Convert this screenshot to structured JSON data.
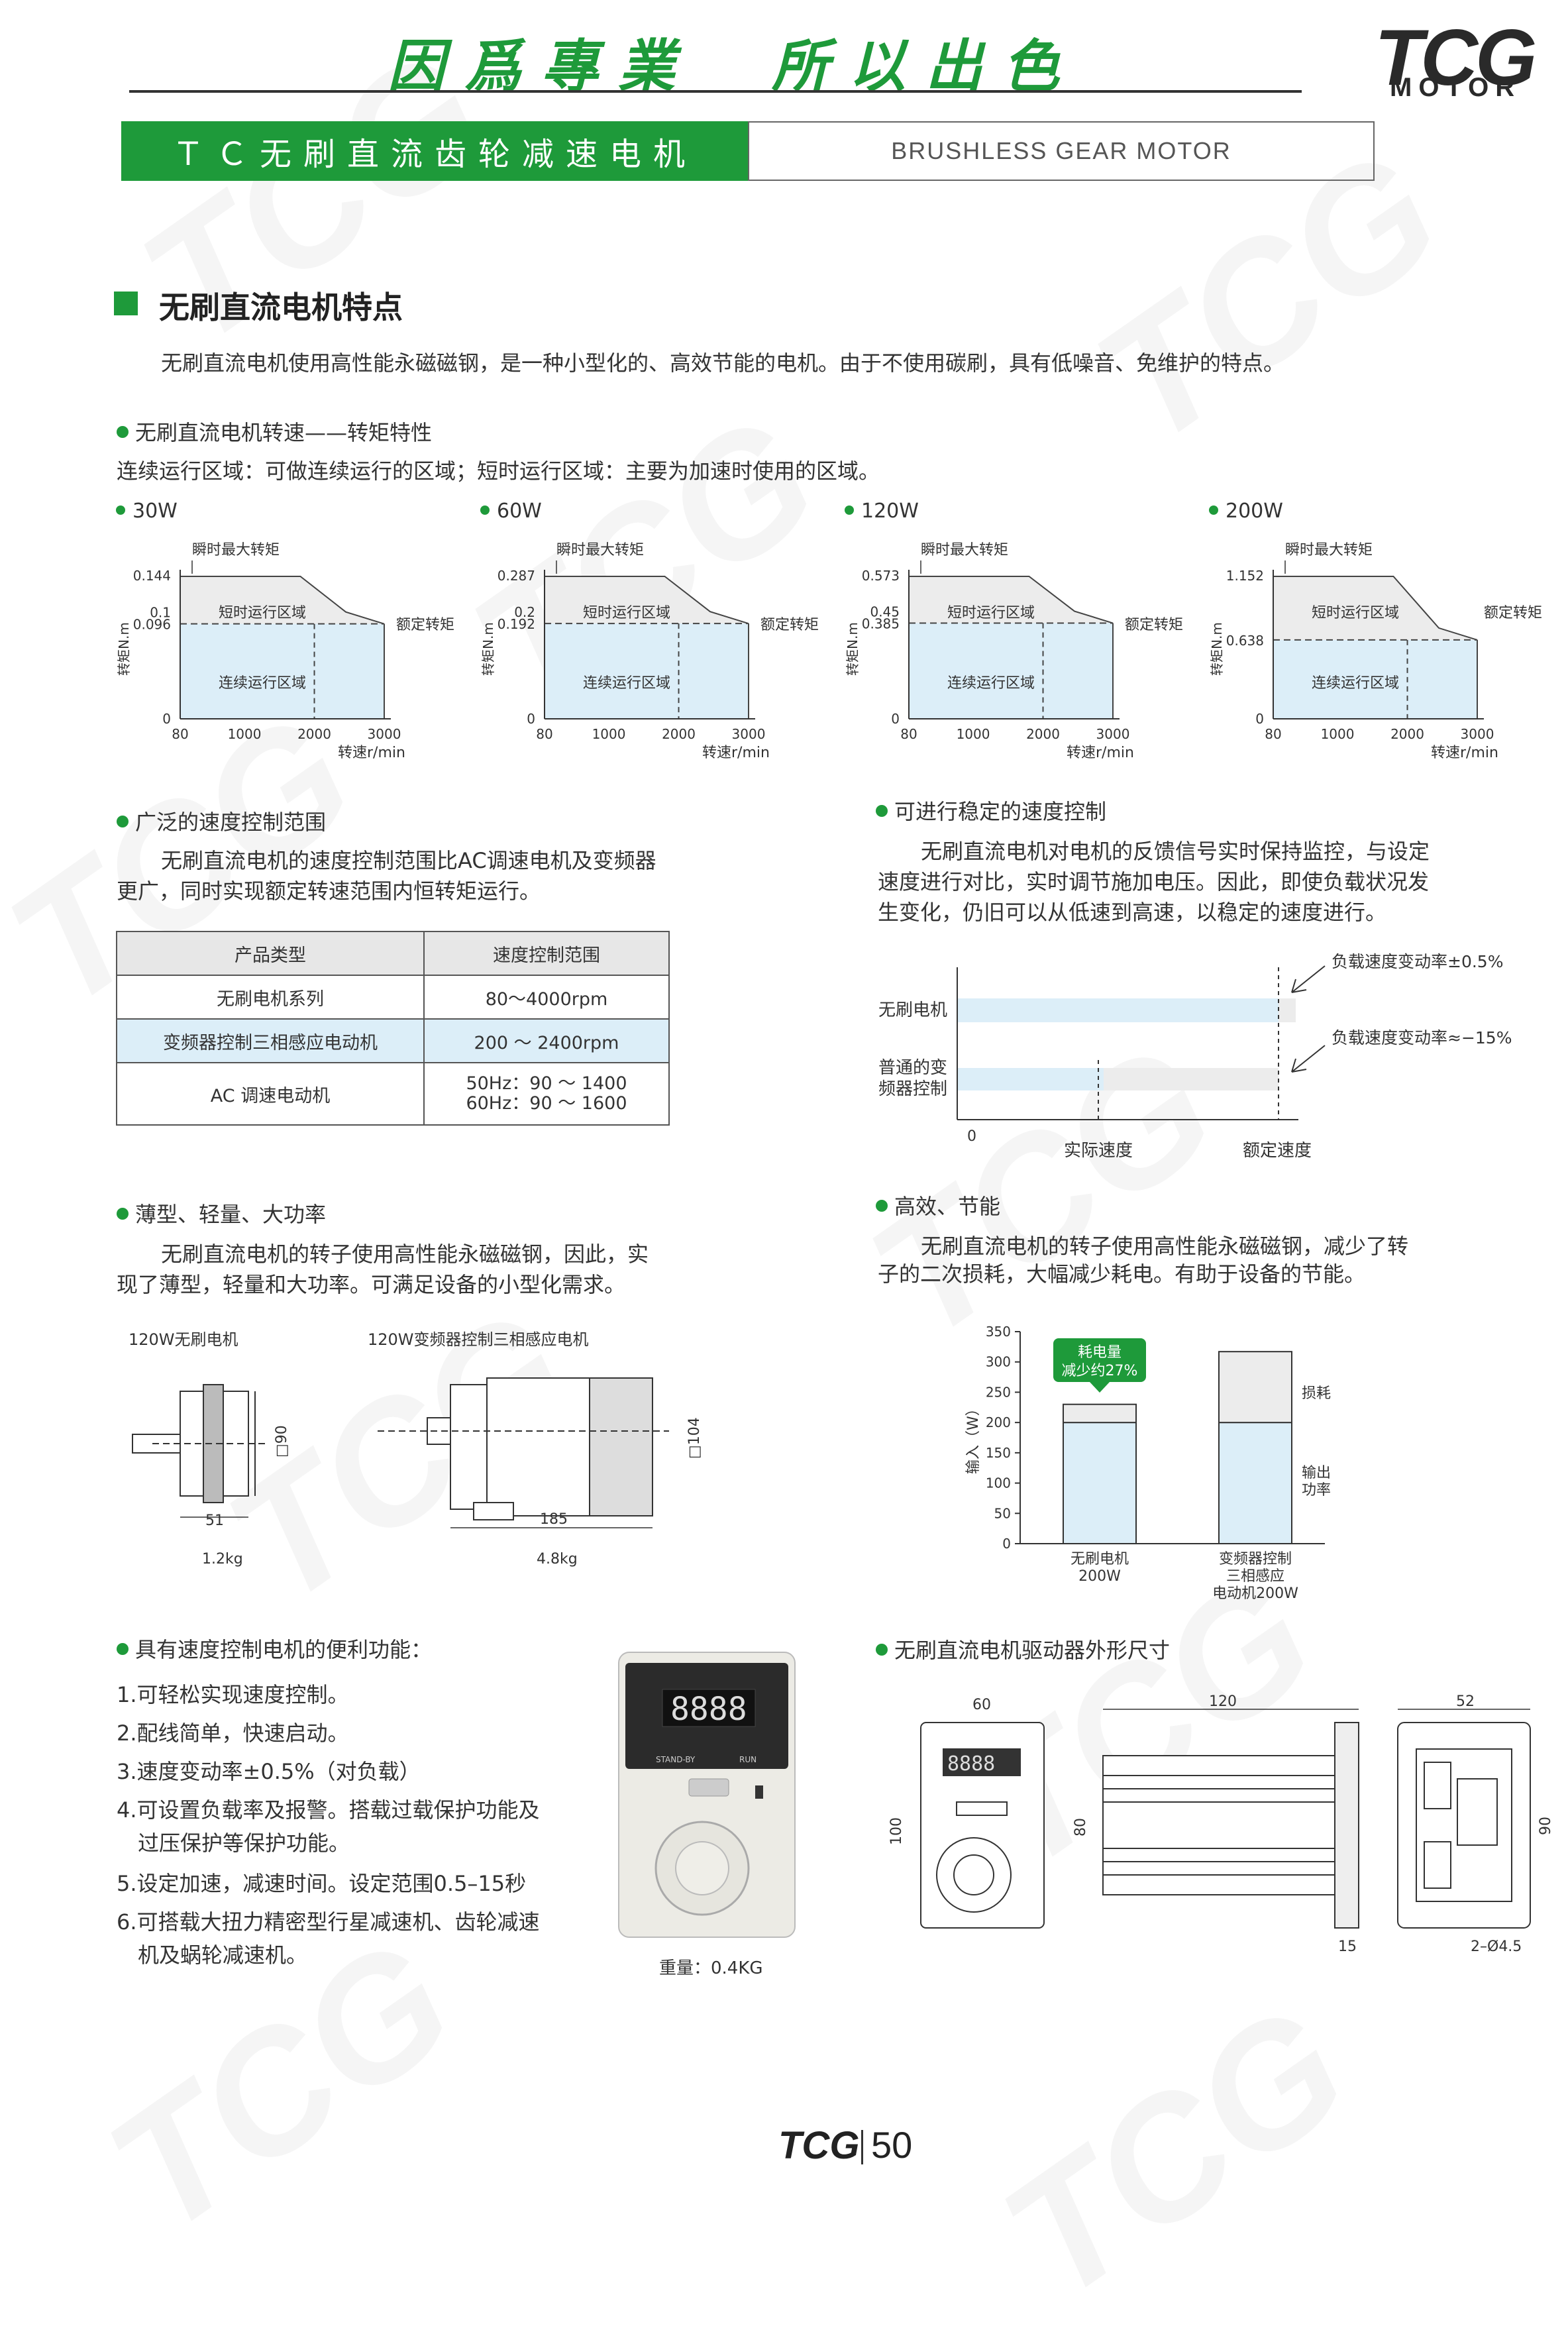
{
  "header": {
    "slogan_left": "因爲專業",
    "slogan_right": "所以出色",
    "logo": "TCG",
    "logo_sub": "MOTOR"
  },
  "banner": {
    "cn_title": "ＴＣ无刷直流齿轮减速电机",
    "en_title": "BRUSHLESS GEAR MOTOR"
  },
  "section": {
    "title": "无刷直流电机特点",
    "intro": "无刷直流电机使用高性能永磁磁钢，是一种小型化的、高效节能的电机。由于不使用碳刷，具有低噪音、免维护的特点。"
  },
  "speed_torque": {
    "heading": "无刷直流电机转速——转矩特性",
    "desc": "连续运行区域：可做连续运行的区域；短时运行区域：主要为加速时使用的区域。"
  },
  "chart_data": [
    {
      "type": "area",
      "title": "30W",
      "ylabel": "转矩N.m",
      "xlabel": "转速r/min",
      "x_ticks": [
        "80",
        "1000",
        "2000",
        "3000"
      ],
      "y_ticks": [
        "0",
        "0.096",
        "0.1",
        "0.144"
      ],
      "peak_torque": 0.144,
      "rated_torque": 0.096,
      "rated_torque_label": 0.1,
      "labels": {
        "peak": "瞬时最大转矩",
        "short": "短时运行区域",
        "cont": "连续运行区域",
        "rated": "额定转矩"
      }
    },
    {
      "type": "area",
      "title": "60W",
      "ylabel": "转矩N.m",
      "xlabel": "转速r/min",
      "x_ticks": [
        "80",
        "1000",
        "2000",
        "3000"
      ],
      "y_ticks": [
        "0",
        "0.192",
        "0.2",
        "0.287"
      ],
      "peak_torque": 0.287,
      "rated_torque": 0.192,
      "rated_torque_label": 0.2,
      "labels": {
        "peak": "瞬时最大转矩",
        "short": "短时运行区域",
        "cont": "连续运行区域",
        "rated": "额定转矩"
      }
    },
    {
      "type": "area",
      "title": "120W",
      "ylabel": "转矩N.m",
      "xlabel": "转速r/min",
      "x_ticks": [
        "80",
        "1000",
        "2000",
        "3000"
      ],
      "y_ticks": [
        "0",
        "0.385",
        "0.45",
        "0.573"
      ],
      "peak_torque": 0.573,
      "rated_torque": 0.385,
      "rated_torque_label": 0.45,
      "labels": {
        "peak": "瞬时最大转矩",
        "short": "短时运行区域",
        "cont": "连续运行区域",
        "rated": "额定转矩"
      }
    },
    {
      "type": "area",
      "title": "200W",
      "ylabel": "转矩N.m",
      "xlabel": "转速r/min",
      "x_ticks": [
        "80",
        "1000",
        "2000",
        "3000"
      ],
      "y_ticks": [
        "0",
        "0.638",
        "1.152"
      ],
      "peak_torque": 1.152,
      "rated_torque": 0.638,
      "labels": {
        "peak": "瞬时最大转矩",
        "short": "短时运行区域",
        "cont": "连续运行区域",
        "rated": "额定转矩"
      }
    },
    {
      "type": "bar",
      "categories": [
        "无刷电机\n200W",
        "变频器控制\n三相感应\n电动机200W"
      ],
      "series": [
        {
          "name": "输出功率",
          "values": [
            200,
            200
          ]
        },
        {
          "name": "损耗",
          "values": [
            30,
            117
          ]
        }
      ],
      "ylabel": "输入（W）",
      "ylim": [
        0,
        350
      ],
      "y_ticks": [
        0,
        50,
        100,
        150,
        200,
        250,
        300,
        350
      ],
      "callout": "耗电量\n减少约27%"
    }
  ],
  "speed_range": {
    "heading": "广泛的速度控制范围",
    "desc_line1": "无刷直流电机的速度控制范围比AC调速电机及变频器",
    "desc_line2": "更广，同时实现额定转速范围内恒转矩运行。",
    "table": {
      "headers": [
        "产品类型",
        "速度控制范围"
      ],
      "rows": [
        [
          "无刷电机系列",
          "80～4000rpm"
        ],
        [
          "变频器控制三相感应电动机",
          "200 ～ 2400rpm"
        ],
        [
          "AC 调速电动机",
          "50Hz：90 ～ 1400",
          "60Hz：90 ～ 1600"
        ]
      ]
    }
  },
  "stable": {
    "heading": "可进行稳定的速度控制",
    "line1": "无刷直流电机对电机的反馈信号实时保持监控，与设定",
    "line2": "速度进行对比，实时调节施加电压。因此，即使负载状况发",
    "line3": "生变化，仍旧可以从低速到高速，以稳定的速度进行。",
    "note1": "负载速度变动率±0.5%",
    "note2": "负载速度变动率≈−15%",
    "row1": "无刷电机",
    "row2a": "普通的变",
    "row2b": "频器控制",
    "zero": "0",
    "x1": "实际速度",
    "x2": "额定速度"
  },
  "thin": {
    "heading": "薄型、轻量、大功率",
    "line1": "无刷直流电机的转子使用高性能永磁磁钢，因此，实",
    "line2": "现了薄型，轻量和大功率。可满足设备的小型化需求。",
    "label1": "120W无刷电机",
    "label2": "120W变频器控制三相感应电机",
    "dim_w1": "51",
    "dim_h1": "□90",
    "weight1": "1.2kg",
    "dim_w2": "185",
    "dim_h2": "□104",
    "weight2": "4.8kg"
  },
  "efficiency": {
    "heading": "高效、节能",
    "line1": "无刷直流电机的转子使用高性能永磁磁钢，减少了转",
    "line2": "子的二次损耗，大幅减少耗电。有助于设备的节能。",
    "loss_label": "损耗",
    "out_label1": "输出",
    "out_label2": "功率",
    "callout1": "耗电量",
    "callout2": "减少约27%",
    "cat1a": "无刷电机",
    "cat1b": "200W",
    "cat2a": "变频器控制",
    "cat2b": "三相感应",
    "cat2c": "电动机200W",
    "ylabel": "输入（W）"
  },
  "functions": {
    "heading": "具有速度控制电机的便利功能：",
    "items": [
      "1.可轻松实现速度控制。",
      "2.配线简单，快速启动。",
      "3.速度变动率±0.5%（对负载）",
      "4.可设置负载率及报警。搭载过载保护功能及",
      "过压保护等保护功能。",
      "5.设定加速，减速时间。设定范围0.5–15秒",
      "6.可搭载大扭力精密型行星减速机、齿轮减速",
      "机及蜗轮减速机。"
    ],
    "controller_display": "8888",
    "controller_standby": "STAND-BY",
    "controller_run": "RUN",
    "weight": "重量：0.4KG"
  },
  "driver": {
    "heading": "无刷直流电机驱动器外形尺寸",
    "w_front": "60",
    "h_front": "100",
    "w_side": "120",
    "h_side": "80",
    "w_back": "52",
    "h_back": "90",
    "d_15": "15",
    "holes": "2–Ø4.5",
    "display": "8888"
  },
  "footer": {
    "logo": "TCG",
    "page": "50"
  },
  "colors": {
    "brand_green": "#1e9a3a",
    "region_blue": "#dceef8",
    "region_gray": "#ececec"
  }
}
